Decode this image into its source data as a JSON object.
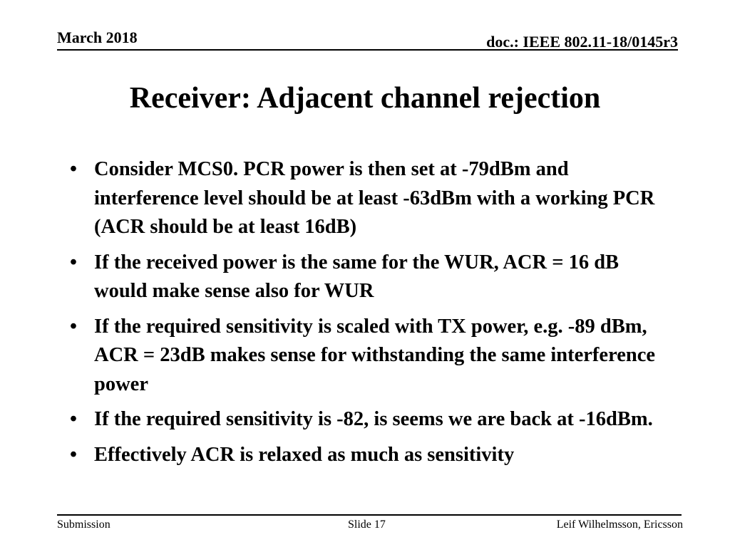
{
  "header": {
    "date": "March 2018",
    "doc_id": "doc.: IEEE 802.11-18/0145r3"
  },
  "slide": {
    "title": "Receiver: Adjacent channel rejection",
    "bullet_symbol": "•",
    "bullets": [
      "Consider MCS0. PCR power is then set at -79dBm and interference level should be at least -63dBm with a working PCR (ACR should be at least 16dB)",
      "If the received power is the same for the WUR, ACR = 16 dB would make sense also for WUR",
      "If the required sensitivity is scaled with TX power, e.g. -89 dBm, ACR = 23dB makes sense for withstanding the same interference power",
      "If the required sensitivity is -82, is seems we are back at -16dBm.",
      "Effectively ACR is relaxed as much as sensitivity"
    ]
  },
  "footer": {
    "left": "Submission",
    "center": "Slide 17",
    "right": "Leif Wilhelmsson, Ericsson"
  }
}
